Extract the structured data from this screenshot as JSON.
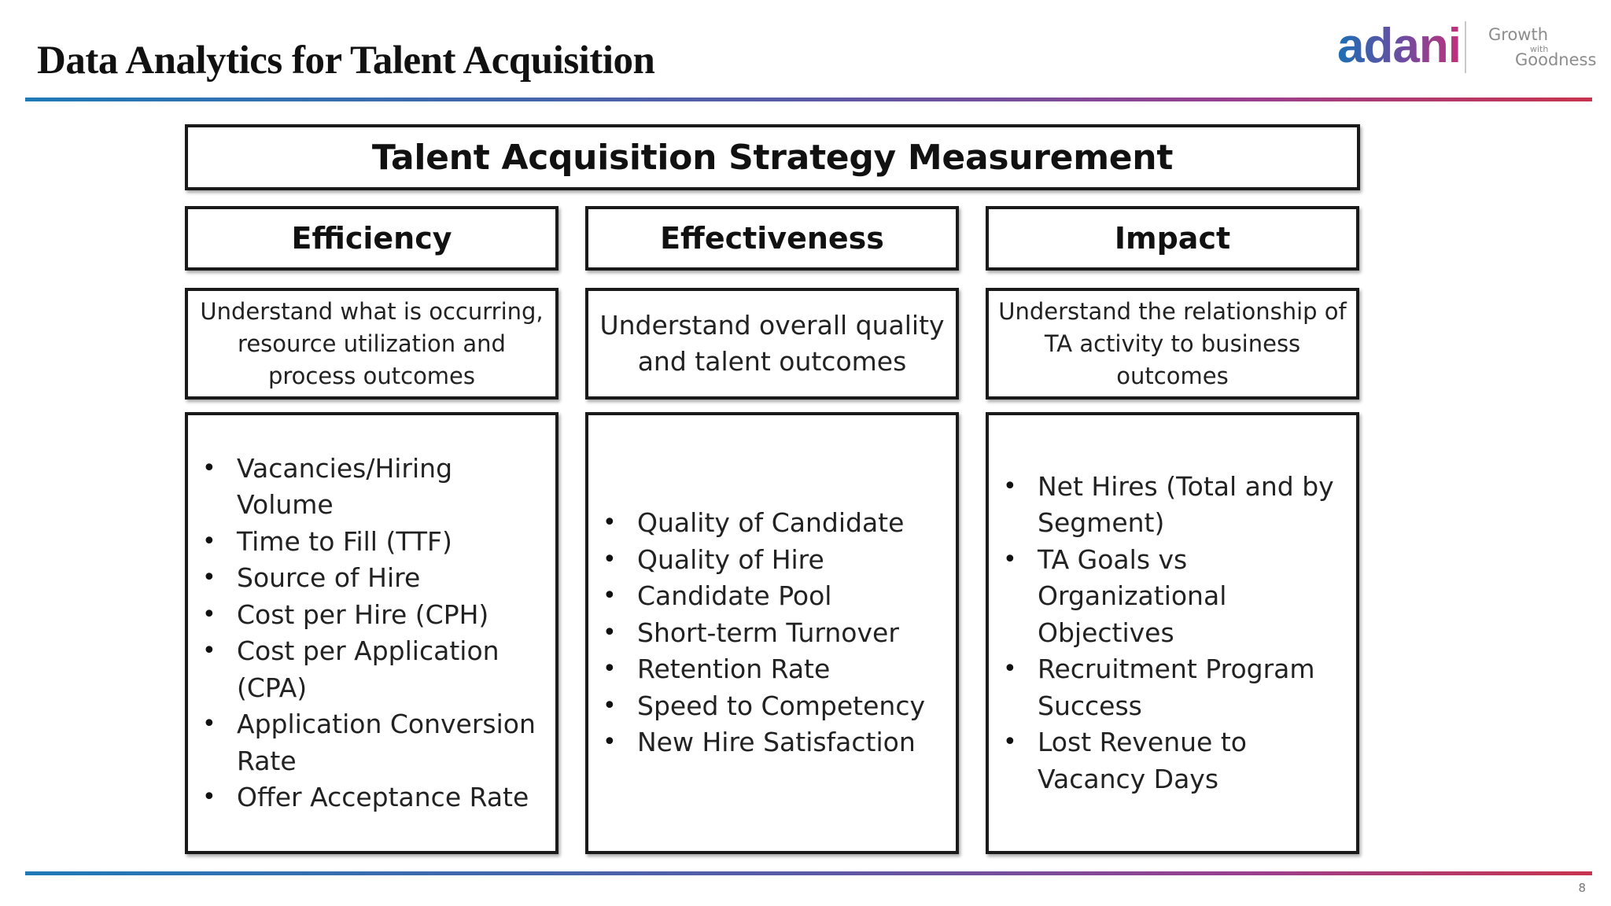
{
  "header": {
    "title": "Data Analytics for Talent Acquisition",
    "brand": {
      "wordmark": "adani",
      "tagline_1": "Growth",
      "tagline_2": "with",
      "tagline_3": "Goodness"
    }
  },
  "diagram": {
    "heading": "Talent Acquisition Strategy Measurement",
    "columns": [
      {
        "category": "Efficiency",
        "description": "Understand what is occurring, resource utilization and process outcomes",
        "metrics": [
          "Vacancies/Hiring Volume",
          "Time to Fill (TTF)",
          "Source of Hire",
          "Cost per Hire (CPH)",
          "Cost per Application (CPA)",
          "Application Conversion Rate",
          "Offer Acceptance Rate"
        ]
      },
      {
        "category": "Effectiveness",
        "description": "Understand overall quality and talent outcomes",
        "metrics": [
          "Quality of Candidate",
          "Quality of Hire",
          "Candidate Pool",
          "Short-term Turnover",
          "Retention Rate",
          "Speed to Competency",
          "New Hire Satisfaction"
        ]
      },
      {
        "category": "Impact",
        "description": "Understand the relationship of TA activity to business outcomes",
        "metrics": [
          "Net Hires (Total and by Segment)",
          "TA Goals vs Organizational Objectives",
          "Recruitment Program Success",
          "Lost Revenue to Vacancy Days"
        ]
      }
    ]
  },
  "footer": {
    "page_number": "8"
  },
  "colors": {
    "rule_start": "#1f7ab8",
    "rule_end": "#c8344e",
    "brand_blue": "#1c6fb4",
    "brand_magenta": "#c2307a",
    "border": "#1a1a1a"
  }
}
